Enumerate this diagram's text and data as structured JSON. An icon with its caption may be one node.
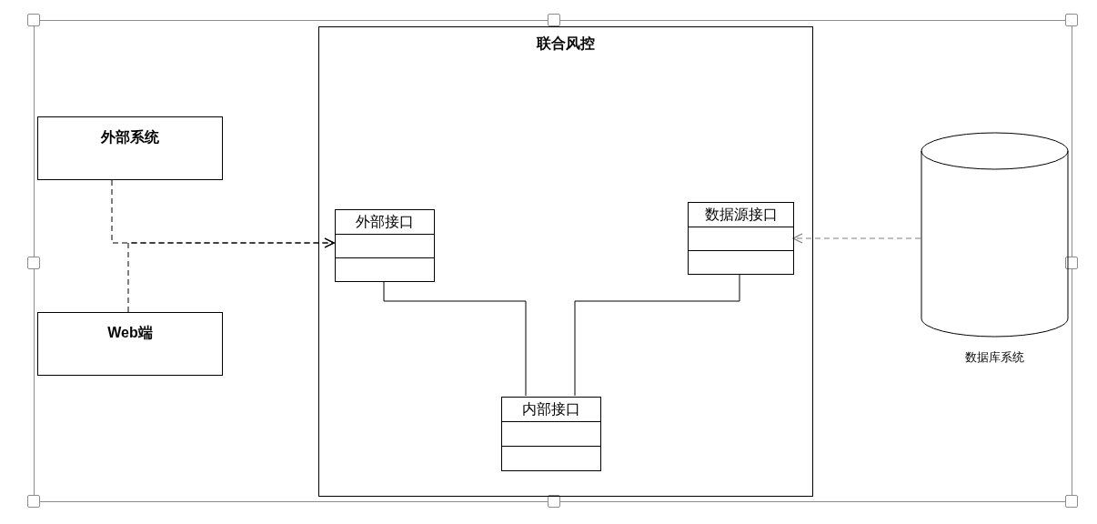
{
  "diagram": {
    "nodes": [
      {
        "text": [
          "联合风控"
        ]
      },
      {
        "text": [
          "外部接口"
        ],
        "in": 0
      },
      {
        "text": [
          "数据源接口"
        ],
        "in": 0
      },
      {
        "text": [
          "内部接口"
        ],
        "in": 0
      },
      {
        "text": [
          "外部系统"
        ]
      },
      {
        "text": [
          "Web端"
        ]
      },
      {
        "text": [],
        "shape": "cylinder",
        "beside": [
          "数据库系统"
        ]
      }
    ],
    "edges": [
      {
        "from": 4,
        "to": 1,
        "arrow": "to",
        "style": "dashed"
      },
      {
        "from": 5,
        "to": 1,
        "arrow": "to",
        "style": "dashed"
      },
      {
        "from": 6,
        "to": 2,
        "arrow": "to",
        "style": "dashed",
        "color": "#7f7f7f"
      },
      {
        "from": 1,
        "to": 3,
        "arrow": "none"
      },
      {
        "from": 2,
        "to": 3,
        "arrow": "none"
      }
    ]
  }
}
